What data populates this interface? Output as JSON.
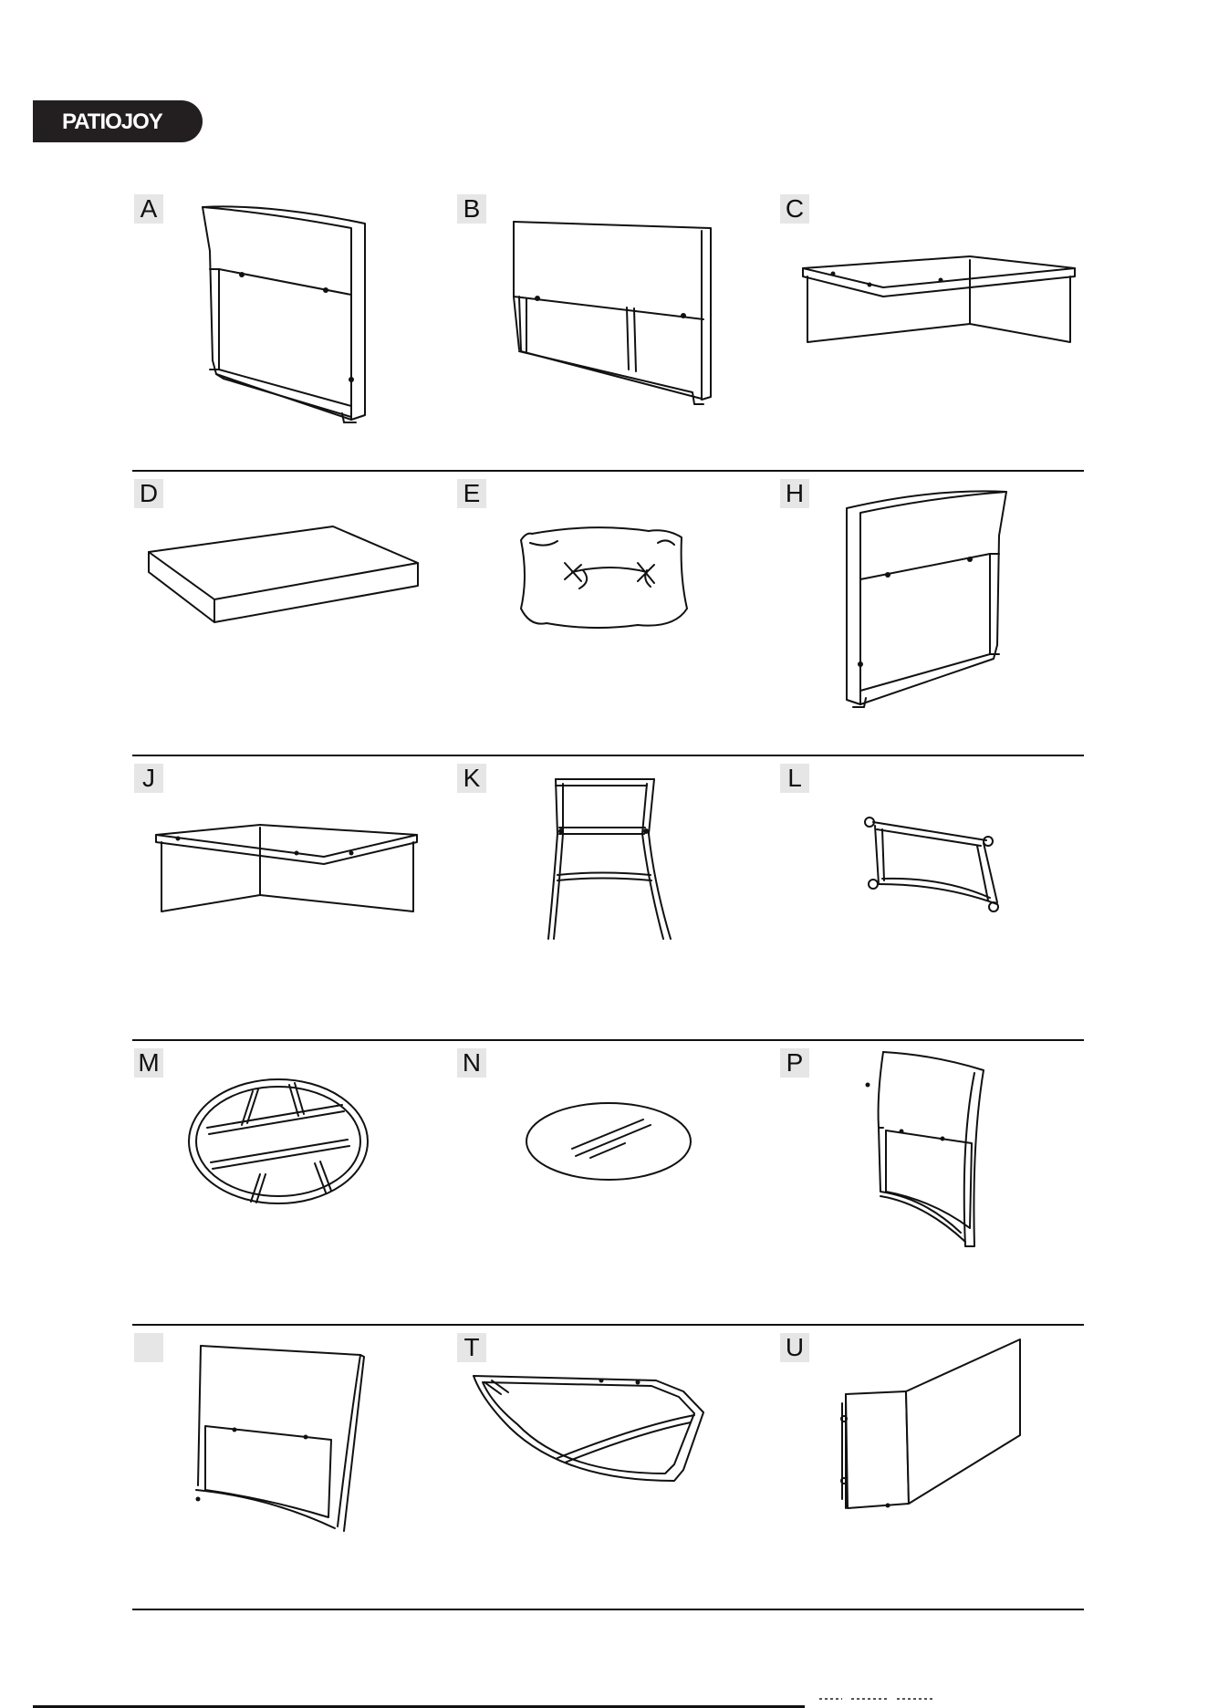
{
  "brand": {
    "logo_text": "PATIOJOY"
  },
  "parts": [
    {
      "label": "A",
      "icon": "chair-back-frame-icon"
    },
    {
      "label": "B",
      "icon": "sofa-back-frame-icon"
    },
    {
      "label": "C",
      "icon": "corner-base-icon"
    },
    {
      "label": "D",
      "icon": "seat-cushion-icon"
    },
    {
      "label": "E",
      "icon": "back-pillow-icon"
    },
    {
      "label": "H",
      "icon": "chair-back-frame-mirrored-icon"
    },
    {
      "label": "J",
      "icon": "corner-base-mirrored-icon"
    },
    {
      "label": "K",
      "icon": "chair-leg-frame-icon"
    },
    {
      "label": "L",
      "icon": "curved-bracket-icon"
    },
    {
      "label": "M",
      "icon": "round-table-frame-icon"
    },
    {
      "label": "N",
      "icon": "round-glass-top-icon"
    },
    {
      "label": "P",
      "icon": "curved-back-panel-icon"
    },
    {
      "label": "",
      "icon": "curved-back-panel-mirrored-icon"
    },
    {
      "label": "T",
      "icon": "quarter-round-frame-icon"
    },
    {
      "label": "U",
      "icon": "folding-panel-icon"
    }
  ]
}
